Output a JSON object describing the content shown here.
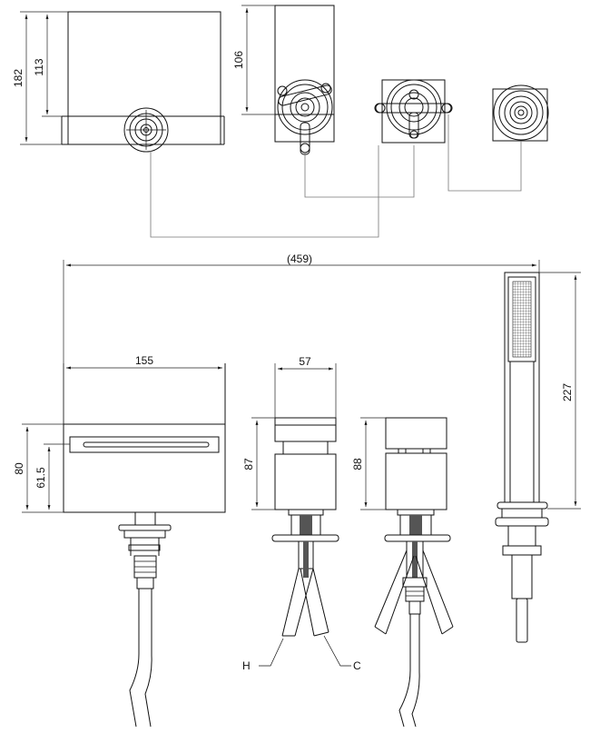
{
  "dimensions": {
    "top_spout_height": "182",
    "top_spout_depth": "113",
    "top_valve_height": "106",
    "overall_width": "(459)",
    "spout_width": "155",
    "valve_width": "57",
    "spout_height": "80",
    "spout_outlet_height": "61.5",
    "valve_body_height": "87",
    "diverter_height": "88",
    "handshower_height": "227"
  },
  "labels": {
    "hot": "H",
    "cold": "C"
  }
}
